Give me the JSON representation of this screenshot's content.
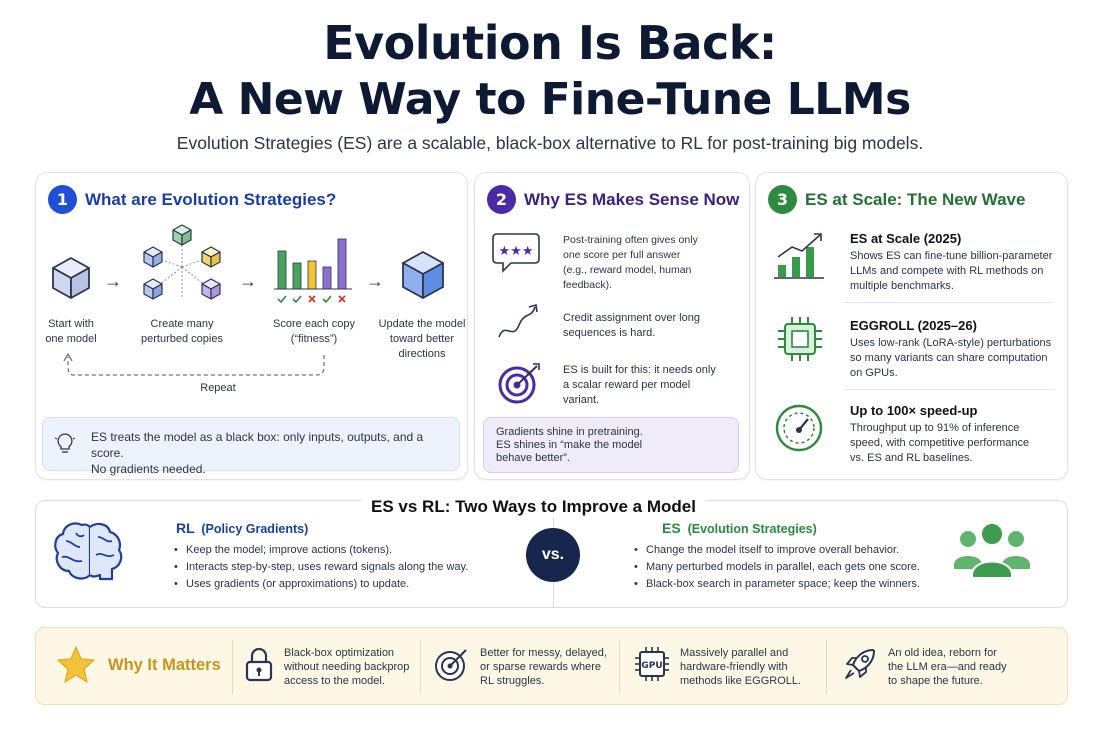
{
  "header": {
    "title_line1": "Evolution Is Back:",
    "title_line2": "A New Way to Fine-Tune LLMs",
    "subtitle": "Evolution Strategies (ES) are a scalable, black-box alternative to RL for post-training big models."
  },
  "panel1": {
    "number": "1",
    "title": "What are Evolution Strategies?",
    "steps": [
      {
        "label_line1": "Start with",
        "label_line2": "one model"
      },
      {
        "label_line1": "Create many",
        "label_line2": "perturbed copies"
      },
      {
        "label_line1": "Score each copy",
        "label_line2": "(“fitness”)"
      },
      {
        "label_line1": "Update the model",
        "label_line2": "toward better",
        "label_line3": "directions"
      }
    ],
    "loop_label": "Repeat",
    "callout_line1": "ES treats the model as a black box: only inputs, outputs, and a score.",
    "callout_line2": "No gradients needed.",
    "colors": {
      "accent": "#1f4fd6"
    }
  },
  "panel2": {
    "number": "2",
    "title": "Why ES Makes Sense Now",
    "items": [
      {
        "line1": "Post-training often gives only",
        "line2": "one score per full answer",
        "line3": "(e.g., reward model, human feedback)."
      },
      {
        "line1": "Credit assignment over long",
        "line2": "sequences is hard."
      },
      {
        "line1": "ES is built for this: it needs only",
        "line2": "a scalar reward per model",
        "line3": "variant."
      }
    ],
    "callout_line1": "Gradients shine in pretraining.",
    "callout_line2": "ES shines in “make the model",
    "callout_line3": "behave better”.",
    "colors": {
      "accent": "#4b2aa8"
    }
  },
  "panel3": {
    "number": "3",
    "title": "ES at Scale: The New Wave",
    "items": [
      {
        "title": "ES at Scale (2025)",
        "line1": "Shows ES can fine-tune billion-parameter",
        "line2": "LLMs and compete with RL methods on",
        "line3": "multiple benchmarks."
      },
      {
        "title": "EGGROLL (2025–26)",
        "line1": "Uses low-rank (LoRA-style) perturbations",
        "line2": "so many variants can share computation",
        "line3": "on GPUs."
      },
      {
        "title": "Up to 100× speed-up",
        "line1": "Throughput up to 91% of inference",
        "line2": "speed, with competitive performance",
        "line3": "vs. ES and RL baselines."
      }
    ],
    "colors": {
      "accent": "#2e8a3e"
    }
  },
  "comparison": {
    "title": "ES vs RL: Two Ways to Improve a Model",
    "vs_label": "vs.",
    "rl": {
      "name": "RL",
      "qualifier": "(Policy Gradients)",
      "bullets": [
        "Keep the model; improve actions (tokens).",
        "Interacts step-by-step, uses reward signals along the way.",
        "Uses gradients (or approximations) to update."
      ]
    },
    "es": {
      "name": "ES",
      "qualifier": "(Evolution Strategies)",
      "bullets": [
        "Change the model itself to improve overall behavior.",
        "Many perturbed models in parallel, each gets one score.",
        "Black-box search in parameter space; keep the winners."
      ]
    }
  },
  "why": {
    "label": "Why It Matters",
    "gpu_icon_text": "GPU",
    "items": [
      {
        "line1": "Black-box optimization",
        "line2": "without needing backprop",
        "line3": "access to the model."
      },
      {
        "line1": "Better for messy, delayed,",
        "line2": "or sparse rewards where",
        "line3": "RL struggles."
      },
      {
        "line1": "Massively parallel and",
        "line2": "hardware-friendly with",
        "line3": "methods like EGGROLL."
      },
      {
        "line1": "An old idea, reborn for",
        "line2": "the LLM era—and ready",
        "line3": "to shape the future."
      }
    ]
  }
}
